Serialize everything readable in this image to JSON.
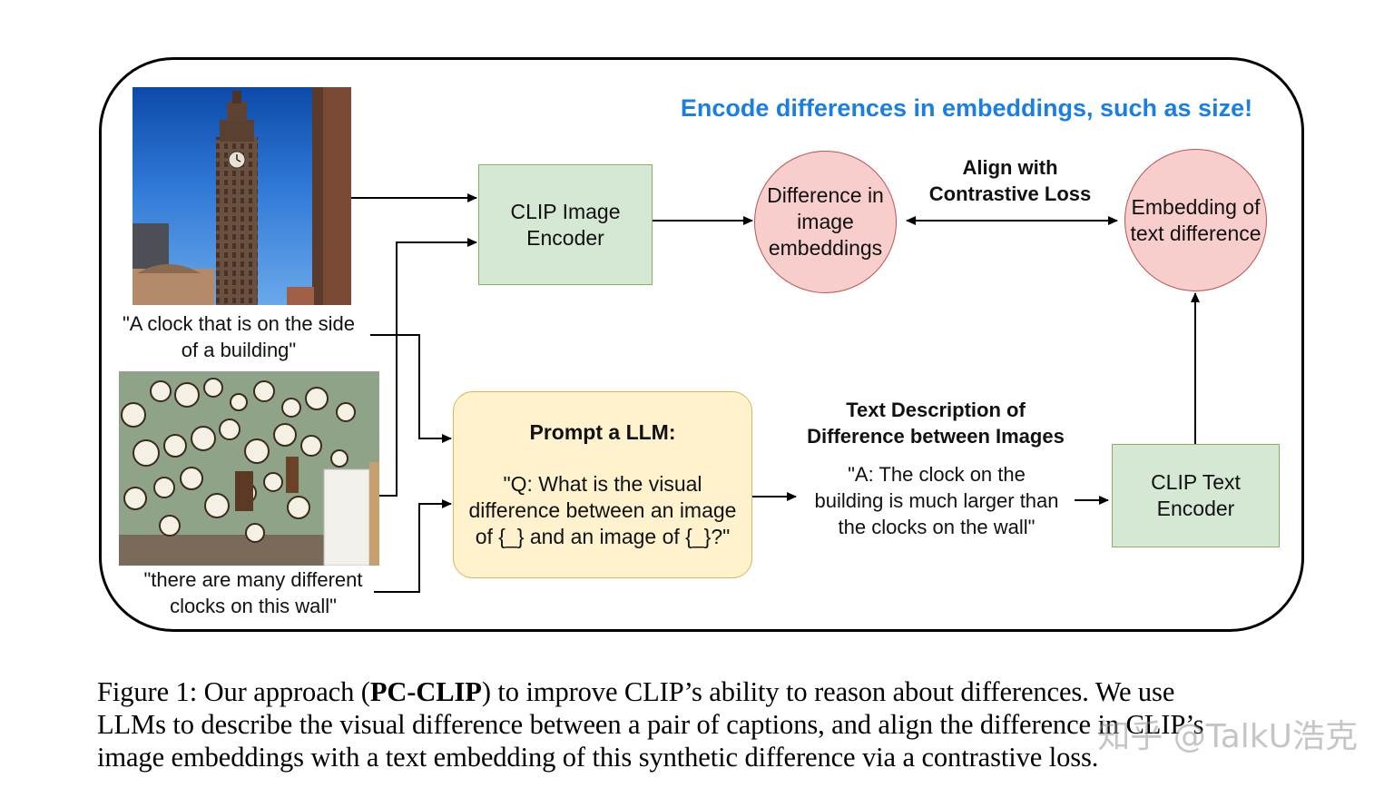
{
  "headline": "Encode differences in embeddings, such as size!",
  "colors": {
    "headline": "#1a7fe0",
    "encoder_fill": "#d5e8d4",
    "embedding_fill": "#f8cecc",
    "prompt_fill": "#fff2cc"
  },
  "images": {
    "image1": {
      "icon": "clock-tower-photo",
      "caption_line1": "\"A clock that is on the side",
      "caption_line2": "of a building\""
    },
    "image2": {
      "icon": "clock-wall-photo",
      "caption_line1": "\"there are many different",
      "caption_line2": "clocks on this wall\""
    }
  },
  "nodes": {
    "image_encoder": {
      "line1": "CLIP Image",
      "line2": "Encoder"
    },
    "image_diff": {
      "line1": "Difference in",
      "line2": "image",
      "line3": "embeddings"
    },
    "text_diff_embedding": {
      "line1": "Embedding of",
      "line2": "text difference"
    },
    "text_encoder": {
      "line1": "CLIP Text",
      "line2": "Encoder"
    },
    "prompt": {
      "title": "Prompt a LLM:",
      "line1": "\"Q: What is the visual",
      "line2": "difference between an image",
      "line3": "of {_} and an image of {_}?\""
    }
  },
  "labels": {
    "align_line1": "Align with",
    "align_line2": "Contrastive Loss",
    "desc_title1": "Text Description of",
    "desc_title2": "Difference between Images",
    "answer1": "\"A: The clock on the",
    "answer2": "building is much larger than",
    "answer3": "the clocks on the wall\""
  },
  "caption": {
    "prefix": "Figure 1: Our approach (",
    "method": "PC-CLIP",
    "line1_rest": ") to improve CLIP’s ability to reason about differences. We use",
    "line2": "LLMs to describe the visual difference between a pair of captions, and align the difference in CLIP’s",
    "line3": "image embeddings with a text embedding of this synthetic difference via a contrastive loss."
  },
  "watermark": "知乎 @TalkU浩克"
}
